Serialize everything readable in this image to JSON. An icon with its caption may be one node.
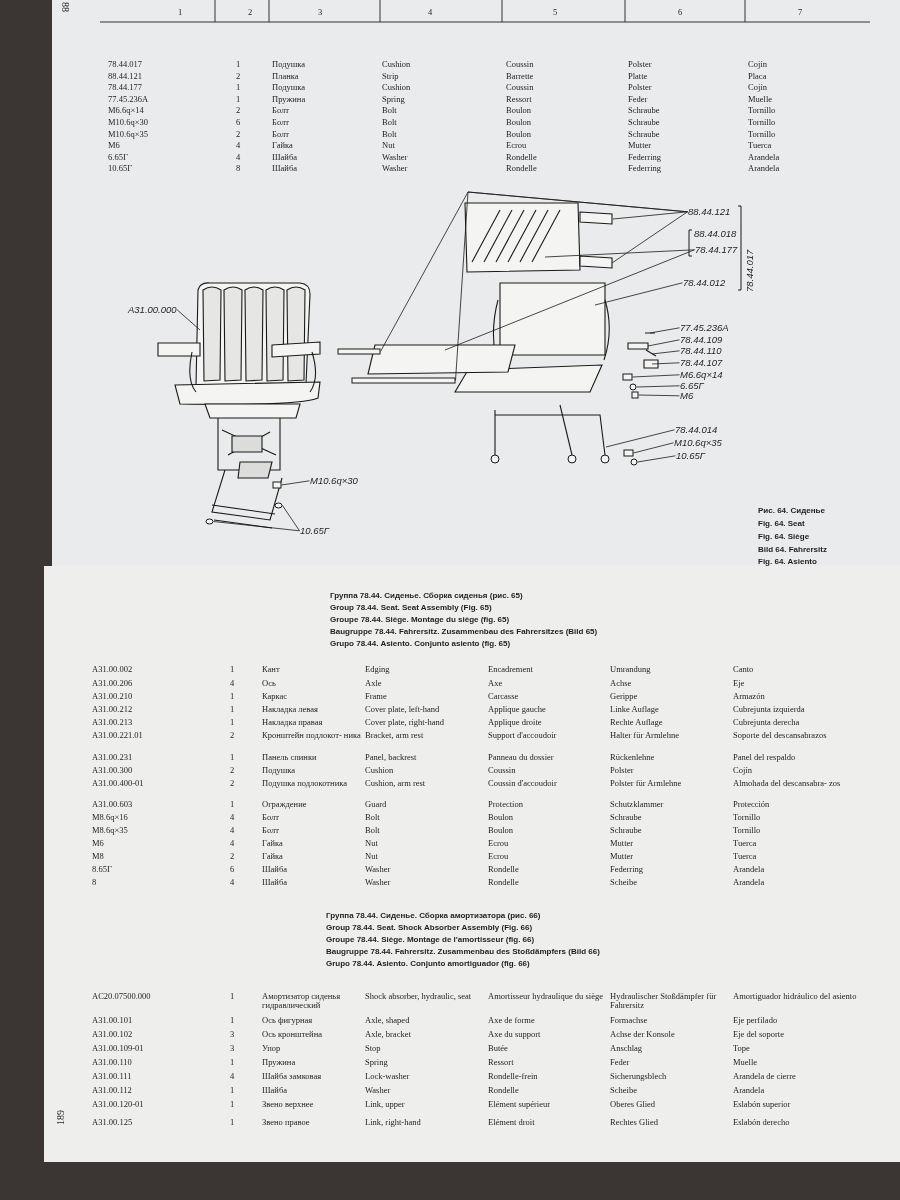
{
  "diagram": {
    "nodes": [
      {
        "text": [
          "A31.00.000"
        ]
      },
      {
        "text": [
          "88.44.121"
        ]
      },
      {
        "text": [
          "78.44.177"
        ]
      },
      {
        "text": [
          "78.44.012"
        ]
      },
      {
        "text": [
          "77.45.236A"
        ]
      },
      {
        "text": [
          "78.44.109"
        ]
      },
      {
        "text": [
          "78.44.110"
        ]
      },
      {
        "text": [
          "78.44.107"
        ]
      },
      {
        "text": [
          "M6.6q×14"
        ]
      },
      {
        "text": [
          "6.65Г"
        ]
      },
      {
        "text": [
          "M6"
        ]
      },
      {
        "text": [
          "78.44.014"
        ]
      },
      {
        "text": [
          "M10.6q×35"
        ]
      },
      {
        "text": [
          "10.65Г"
        ]
      },
      {
        "text": [
          "M10.6q×30"
        ]
      },
      {
        "text": [
          "10.65Г"
        ]
      },
      {
        "text": [],
        "shape": "bar"
      },
      {
        "text": [],
        "shape": "bar"
      },
      {
        "text": [],
        "shape": "box"
      },
      {
        "text": [],
        "shape": "circle"
      },
      {
        "text": [],
        "shape": "box"
      },
      {
        "text": [],
        "shape": "box"
      },
      {
        "text": [],
        "shape": "circle"
      },
      {
        "text": [],
        "shape": "box"
      },
      {
        "text": [],
        "shape": "circle"
      },
      {
        "text": [],
        "shape": "circle"
      }
    ],
    "edges": [
      {
        "from": 0,
        "to": null,
        "arrow": "none"
      },
      {
        "from": 1,
        "to": null,
        "arrow": "none"
      },
      {
        "from": 1,
        "to": null,
        "arrow": "none"
      },
      {
        "from": 1,
        "to": 16,
        "arrow": "none"
      },
      {
        "from": 1,
        "to": 17,
        "arrow": "none"
      },
      {
        "from": 2,
        "to": null,
        "arrow": "none"
      },
      {
        "from": 2,
        "to": null,
        "arrow": "none"
      },
      {
        "from": 3,
        "to": null,
        "arrow": "none"
      },
      {
        "from": 4,
        "to": null,
        "arrow": "none"
      },
      {
        "from": 5,
        "to": null,
        "arrow": "none"
      },
      {
        "from": 6,
        "to": null,
        "arrow": "none"
      },
      {
        "from": 7,
        "to": null,
        "arrow": "none"
      },
      {
        "from": 8,
        "to": 18,
        "arrow": "none"
      },
      {
        "from": 9,
        "to": 19,
        "arrow": "none"
      },
      {
        "from": 10,
        "to": 20,
        "arrow": "none"
      },
      {
        "from": 11,
        "to": null,
        "arrow": "none"
      },
      {
        "from": 12,
        "to": 21,
        "arrow": "none"
      },
      {
        "from": 13,
        "to": 22,
        "arrow": "none"
      },
      {
        "from": 14,
        "to": 23,
        "arrow": "none"
      },
      {
        "from": 15,
        "to": 24,
        "arrow": "none"
      },
      {
        "from": 15,
        "to": 25,
        "arrow": "none"
      }
    ],
    "labels": [
      "88",
      "1",
      "2",
      "3",
      "4",
      "5",
      "6",
      "7",
      "78.44.017",
      "1",
      "Подушка",
      "Cushion",
      "Coussin",
      "Polster",
      "Cojín",
      "88.44.121",
      "2",
      "Планка",
      "Strip",
      "Barrette",
      "Platte",
      "Placa",
      "78.44.177",
      "1",
      "Подушка",
      "Cushion",
      "Coussin",
      "Polster",
      "Cojín",
      "77.45.236A",
      "1",
      "Пружина",
      "Spring",
      "Ressort",
      "Feder",
      "Muelle",
      "M6.6q×14",
      "2",
      "Болт",
      "Bolt",
      "Boulon",
      "Schraube",
      "Tornillo",
      "M10.6q×30",
      "6",
      "Болт",
      "Bolt",
      "Boulon",
      "Schraube",
      "Tornillo",
      "M10.6q×35",
      "2",
      "Болт",
      "Bolt",
      "Boulon",
      "Schraube",
      "Tornillo",
      "M6",
      "4",
      "Гайка",
      "Nut",
      "Ecrou",
      "Mutter",
      "Tuerca",
      "6.65Г",
      "4",
      "Шайба",
      "Washer",
      "Rondelle",
      "Federring",
      "Arandela",
      "10.65Г",
      "8",
      "Шайба",
      "Washer",
      "Rondelle",
      "Federring",
      "Arandela",
      "88.44.018",
      "78.44.017",
      "Рис. 64. Сиденье",
      "Fig. 64. Seat",
      "Fig. 64. Siège",
      "Bild 64. Fahrersitz",
      "Fig. 64. Asiento",
      "Группа 78.44. Сиденье. Сборка сиденья (рис. 65)",
      "Group 78.44. Seat. Seat Assembly (Fig. 65)",
      "Groupe 78.44. Siège. Montage du siège (fig. 65)",
      "Baugruppe 78.44. Fahrersitz. Zusammenbau des Fahrersitzes (Bild 65)",
      "Grupo 78.44. Asiento. Conjunto asiento (fig. 65)",
      "A31.00.002",
      "1",
      "Кант",
      "Edging",
      "Encadrement",
      "Umrandung",
      "Canto",
      "A31.00.206",
      "4",
      "Ось",
      "Axle",
      "Axe",
      "Achse",
      "Eje",
      "A31.00.210",
      "1",
      "Каркас",
      "Frame",
      "Carcasse",
      "Gerippe",
      "Armazón",
      "A31.00.212",
      "1",
      "Накладка левая",
      "Cover plate, left-hand",
      "Applique gauche",
      "Linke Auflage",
      "Cubrejunta izquierda",
      "A31.00.213",
      "1",
      "Накладка правая",
      "Cover plate, right-hand",
      "Applique droite",
      "Rechte Auflage",
      "Cubrejunta derecha",
      "A31.00.221.01",
      "2",
      "Кронштейн подлокот- ника",
      "Bracket, arm rest",
      "Support d'accoudoir",
      "Halter für Armlehne",
      "Soporte del descansabrazos",
      "A31.00.231",
      "1",
      "Панель спинки",
      "Panel, backrest",
      "Panneau du dossier",
      "Rückenlehne",
      "Panel del respaldo",
      "A31.00.300",
      "2",
      "Подушка",
      "Cushion",
      "Coussin",
      "Polster",
      "Cojín",
      "A31.00.400-01",
      "2",
      "Подушка подлокотника",
      "Cushion, arm rest",
      "Coussin d'accoudoir",
      "Polster für Armlehne",
      "Almohada del descansabra- zos",
      "A31.00.603",
      "1",
      "Ограждение",
      "Guard",
      "Protection",
      "Schutzklammer",
      "Protección",
      "M8.6q×16",
      "4",
      "Болт",
      "Bolt",
      "Boulon",
      "Schraube",
      "Tornillo",
      "M8.6q×35",
      "4",
      "Болт",
      "Bolt",
      "Boulon",
      "Schraube",
      "Tornillo",
      "M6",
      "4",
      "Гайка",
      "Nut",
      "Ecrou",
      "Mutter",
      "Tuerca",
      "M8",
      "2",
      "Гайка",
      "Nut",
      "Ecrou",
      "Mutter",
      "Tuerca",
      "8.65Г",
      "6",
      "Шайба",
      "Washer",
      "Rondelle",
      "Federring",
      "Arandela",
      "8",
      "4",
      "Шайба",
      "Washer",
      "Rondelle",
      "Scheibe",
      "Arandela",
      "Группа 78.44. Сиденье. Сборка амортизатора (рис. 66)",
      "Group 78.44. Seat. Shock Absorber Assembly (Fig. 66)",
      "Groupe 78.44. Siège. Montage de l'amortisseur (fig. 66)",
      "Baugruppe 78.44. Fahrersitz. Zusammenbau des Stoßdämpfers (Bild 66)",
      "Grupo 78.44. Asiento. Conjunto amortiguador (fig. 66)",
      "AC20.07500.000",
      "1",
      "Амортизатор сиденья гидравлический",
      "Shock absorber, hydraulic, seat",
      "Amortisseur hydraulique du siège",
      "Hydraulischer Stoßdämpfer für Fahrersitz",
      "Amortiguador hidráulico del asiento",
      "A31.00.101",
      "1",
      "Ось фигурная",
      "Axle, shaped",
      "Axe de forme",
      "Formachse",
      "Eje perfilado",
      "A31.00.102",
      "3",
      "Ось кронштейна",
      "Axle, bracket",
      "Axe du support",
      "Achse der Konsole",
      "Eje del soporte",
      "A31.00.109-01",
      "3",
      "Упор",
      "Stop",
      "Butée",
      "Anschlag",
      "Tope",
      "A31.00.110",
      "1",
      "Пружина",
      "Spring",
      "Ressort",
      "Feder",
      "Muelle",
      "A31.00.111",
      "4",
      "Шайба замковая",
      "Lock-washer",
      "Rondelle-frein",
      "Sicherungsblech",
      "Arandela de cierre",
      "A31.00.112",
      "1",
      "Шайба",
      "Washer",
      "Rondelle",
      "Scheibe",
      "Arandela",
      "A31.00.120-01",
      "1",
      "Звено верхнее",
      "Link, upper",
      "Elément supérieur",
      "Oberes Glied",
      "Eslabón superior",
      "A31.00.125",
      "1",
      "Звено правое",
      "Link, right-hand",
      "Elément droit",
      "Rechtes Glied",
      "Eslabón derecho",
      "189"
    ]
  }
}
